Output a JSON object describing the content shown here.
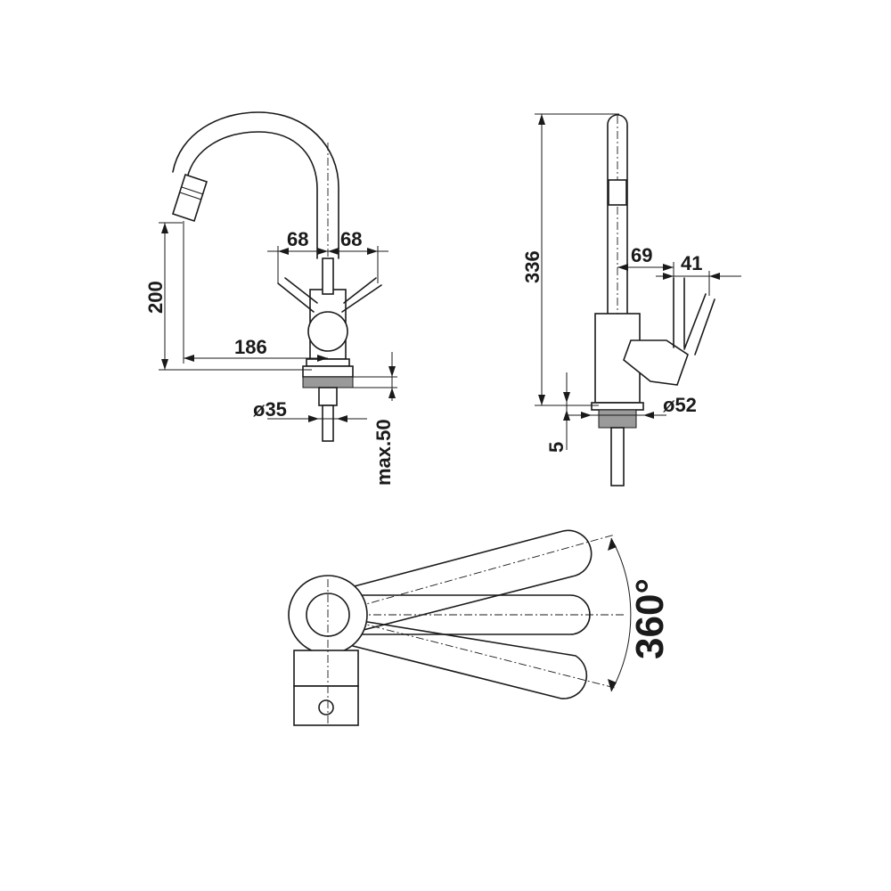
{
  "front_view": {
    "height_label": "200",
    "reach_label": "186",
    "handle_left_label": "68",
    "handle_right_label": "68",
    "hole_diameter_label": "ø35",
    "deck_thickness_label": "max.50"
  },
  "side_view": {
    "total_height_label": "336",
    "body_offset_label": "69",
    "handle_offset_label": "41",
    "base_diameter_label": "ø52",
    "base_height_label": "5"
  },
  "top_view": {
    "swivel_label": "360°"
  }
}
